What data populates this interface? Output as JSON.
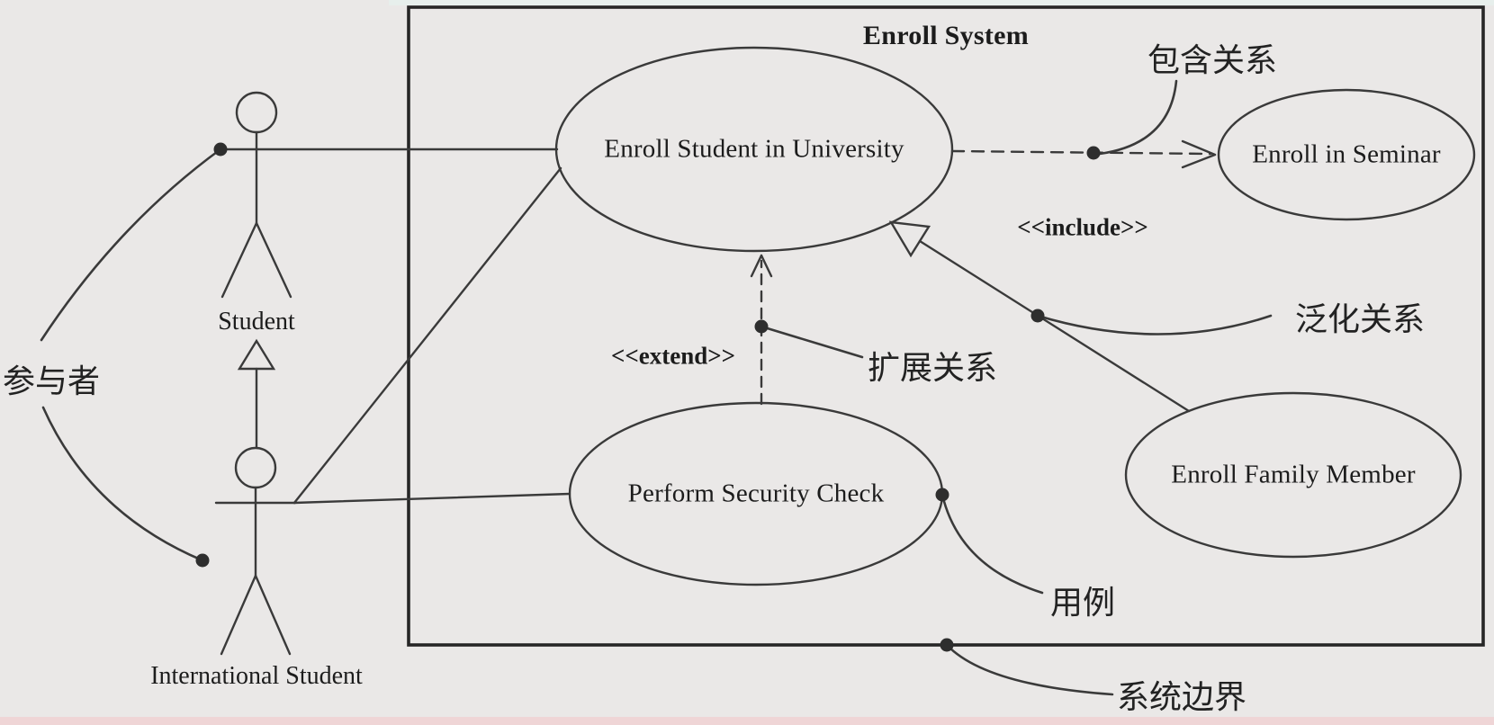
{
  "diagram": {
    "system": {
      "title": "Enroll System"
    },
    "actors": [
      {
        "name": "Student"
      },
      {
        "name": "International Student"
      }
    ],
    "use_cases": [
      {
        "name": "Enroll Student in University"
      },
      {
        "name": "Enroll in Seminar"
      },
      {
        "name": "Perform Security Check"
      },
      {
        "name": "Enroll Family Member"
      }
    ],
    "stereotypes": {
      "include": "<<include>>",
      "extend": "<<extend>>"
    },
    "annotations": {
      "actor": "参与者",
      "include_relation": "包含关系",
      "extend_relation": "扩展关系",
      "generalization_relation": "泛化关系",
      "use_case": "用例",
      "system_boundary": "系统边界"
    },
    "colors": {
      "background": "#eae8e7",
      "line": "#3a3a3a",
      "boundary": "#262626",
      "text": "#1c1c1c"
    }
  }
}
